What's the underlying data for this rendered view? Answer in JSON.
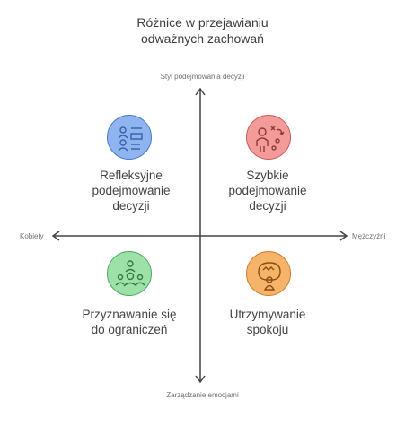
{
  "title": {
    "line1": "Różnice w przejawianiu",
    "line2": "odważnych zachowań"
  },
  "axes": {
    "top": "Styl podejmowania decyzji",
    "bottom": "Zarządzanie emocjami",
    "left": "Kobiety",
    "right": "Mężczyźni"
  },
  "quadrants": {
    "top_left": {
      "line1": "Refleksyjne",
      "line2": "podejmowanie",
      "line3": "decyzji",
      "icon": "checklist-people-icon",
      "color": "#8fb5f0",
      "border": "#4a78c9"
    },
    "top_right": {
      "line1": "Szybkie",
      "line2": "podejmowanie",
      "line3": "decyzji",
      "icon": "strategy-person-icon",
      "color": "#f29b98",
      "border": "#c85a57"
    },
    "bottom_left": {
      "line1": "Przyznawanie się",
      "line2": "do ograniczeń",
      "icon": "group-people-icon",
      "color": "#9de0a8",
      "border": "#4fa862"
    },
    "bottom_right": {
      "line1": "Utrzymywanie",
      "line2": "spokoju",
      "icon": "calm-mind-icon",
      "color": "#f6b36a",
      "border": "#cf7c2a"
    }
  }
}
